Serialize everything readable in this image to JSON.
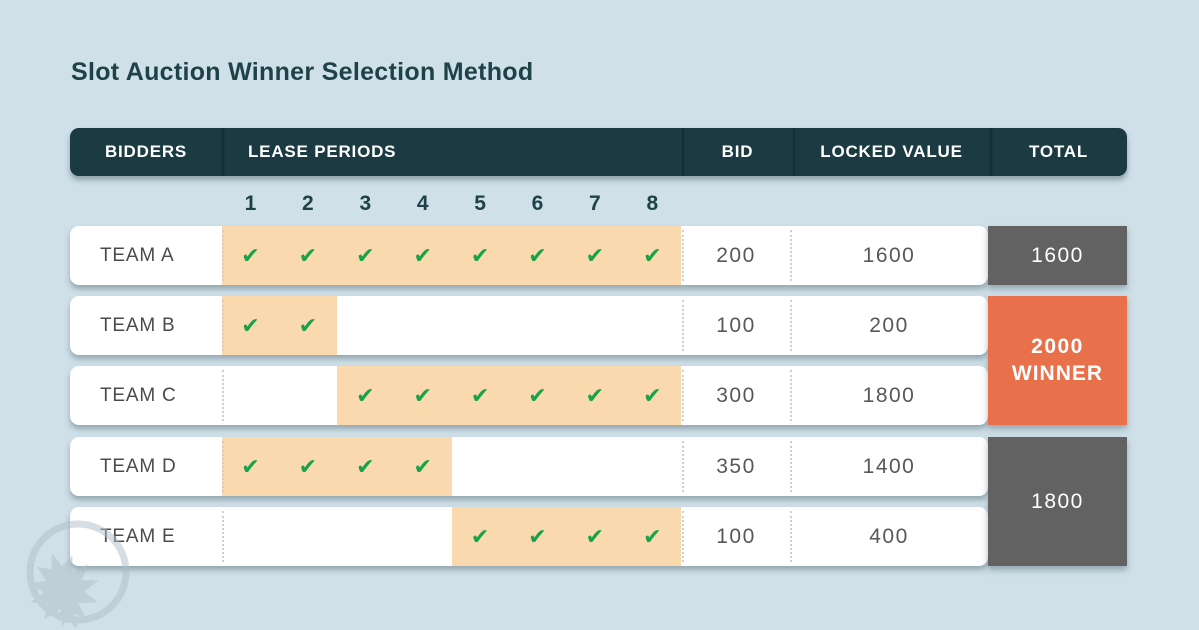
{
  "title": "Slot Auction Winner Selection Method",
  "header": {
    "bidders": "BIDDERS",
    "lease_periods": "LEASE PERIODS",
    "bid": "BID",
    "locked_value": "LOCKED VALUE",
    "total": "TOTAL"
  },
  "periods": [
    "1",
    "2",
    "3",
    "4",
    "5",
    "6",
    "7",
    "8"
  ],
  "rows": [
    {
      "team": "TEAM A",
      "checked_periods": [
        1,
        2,
        3,
        4,
        5,
        6,
        7,
        8
      ],
      "bid": "200",
      "locked_value": "1600"
    },
    {
      "team": "TEAM B",
      "checked_periods": [
        1,
        2
      ],
      "bid": "100",
      "locked_value": "200"
    },
    {
      "team": "TEAM C",
      "checked_periods": [
        3,
        4,
        5,
        6,
        7,
        8
      ],
      "bid": "300",
      "locked_value": "1800"
    },
    {
      "team": "TEAM D",
      "checked_periods": [
        1,
        2,
        3,
        4
      ],
      "bid": "350",
      "locked_value": "1400"
    },
    {
      "team": "TEAM E",
      "checked_periods": [
        5,
        6,
        7,
        8
      ],
      "bid": "100",
      "locked_value": "400"
    }
  ],
  "totals": [
    {
      "value": "1600",
      "sub": "",
      "type": "default",
      "row_span": [
        0,
        0
      ]
    },
    {
      "value": "2000",
      "sub": "WINNER",
      "type": "winner",
      "row_span": [
        1,
        2
      ]
    },
    {
      "value": "1800",
      "sub": "",
      "type": "default",
      "row_span": [
        3,
        4
      ]
    }
  ],
  "icons": {
    "check": "✔",
    "watermark": "maple-leaf-in-circle"
  },
  "colors": {
    "background": "#cfe0e9",
    "header_bar": "#1b3a41",
    "title_text": "#1e4247",
    "peach_highlight": "#fbd9ae",
    "check_green": "#18a34a",
    "winner_orange": "#e8714c",
    "total_gray": "#626262",
    "card_white": "#ffffff"
  }
}
